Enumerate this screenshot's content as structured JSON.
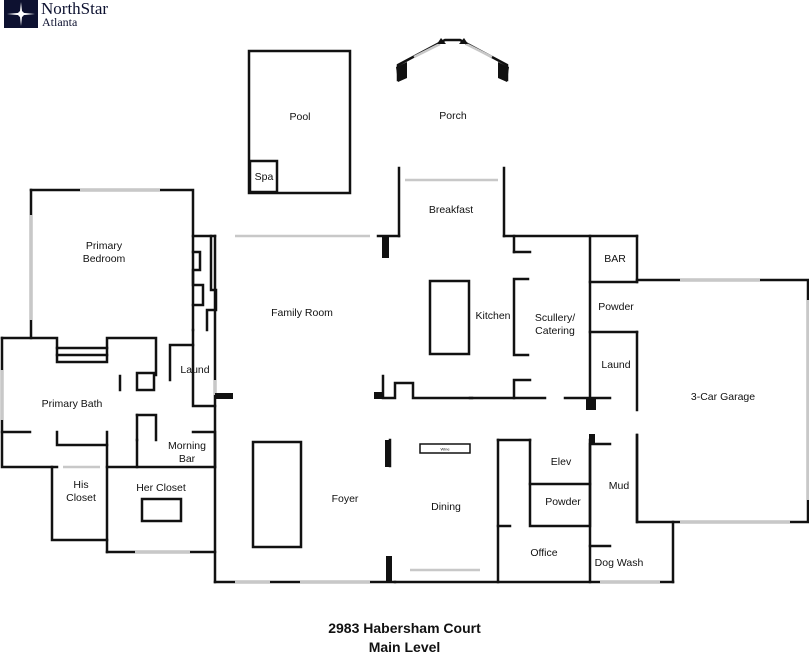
{
  "brand": {
    "name": "NorthStar",
    "location": "Atlanta"
  },
  "property": {
    "address": "2983 Habersham Court",
    "level": "Main Level"
  },
  "rooms": {
    "pool": "Pool",
    "spa": "Spa",
    "porch": "Porch",
    "breakfast": "Breakfast",
    "bar": "BAR",
    "primary_bedroom_line1": "Primary",
    "primary_bedroom_line2": "Bedroom",
    "family_room": "Family Room",
    "kitchen": "Kitchen",
    "scullery_line1": "Scullery/",
    "scullery_line2": "Catering",
    "powder_1": "Powder",
    "laund_1": "Laund",
    "laund_2": "Laund",
    "garage": "3-Car Garage",
    "primary_bath": "Primary Bath",
    "morning_bar_line1": "Morning",
    "morning_bar_line2": "Bar",
    "wine": "Wine",
    "elev": "Elev",
    "mud": "Mud",
    "powder_2": "Powder",
    "his_closet_line1": "His",
    "his_closet_line2": "Closet",
    "her_closet": "Her Closet",
    "foyer": "Foyer",
    "dining": "Dining",
    "office": "Office",
    "dog_wash": "Dog Wash"
  },
  "colors": {
    "wall": "#111111",
    "window": "#c8c8c8",
    "logo_bg": "#0d1130"
  }
}
